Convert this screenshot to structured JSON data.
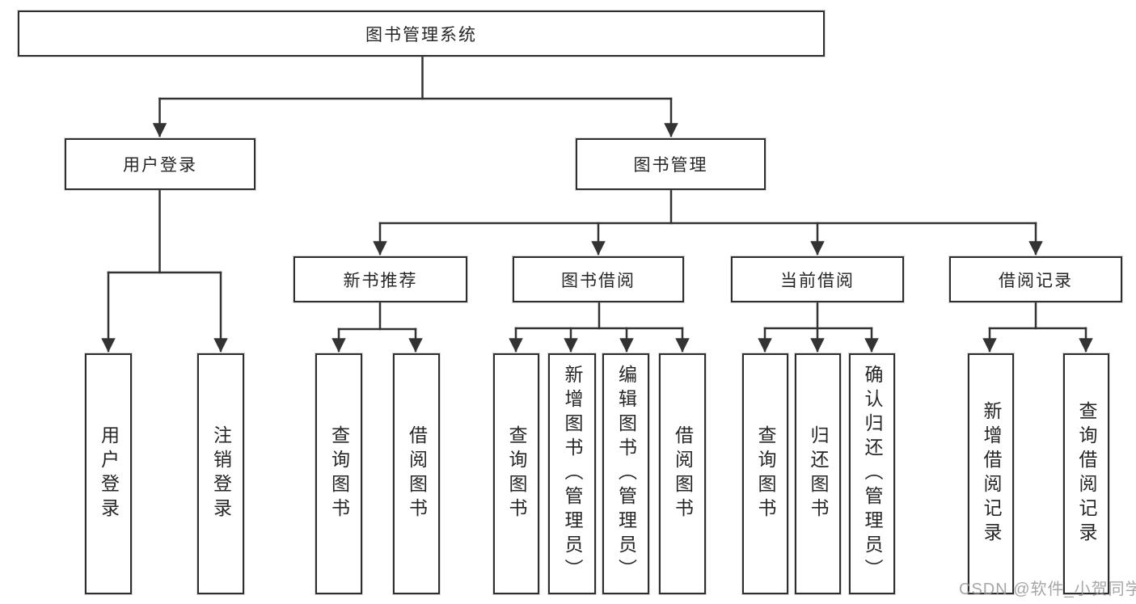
{
  "nodes": {
    "root": "图书管理系统",
    "level2": {
      "user_login": "用户登录",
      "book_management": "图书管理"
    },
    "level3": {
      "new_book_recommend": "新书推荐",
      "book_borrowing": "图书借阅",
      "current_borrowing": "当前借阅",
      "borrowing_records": "借阅记录"
    },
    "leaves": {
      "user_login": [
        "用户登录",
        "注销登录"
      ],
      "new_book_recommend": [
        "查询图书",
        "借阅图书"
      ],
      "book_borrowing": [
        "查询图书",
        "新增图书（管理员）",
        "编辑图书（管理员）",
        "借阅图书"
      ],
      "current_borrowing": [
        "查询图书",
        "归还图书",
        "确认归还（管理员）"
      ],
      "borrowing_records": [
        "新增借阅记录",
        "查询借阅记录"
      ]
    }
  },
  "watermark": "CSDN @软件_小贺同学",
  "colors": {
    "line": "#333333",
    "box_border": "#2e2e2e",
    "text": "#262626",
    "watermark": "#969696",
    "background": "#ffffff"
  }
}
